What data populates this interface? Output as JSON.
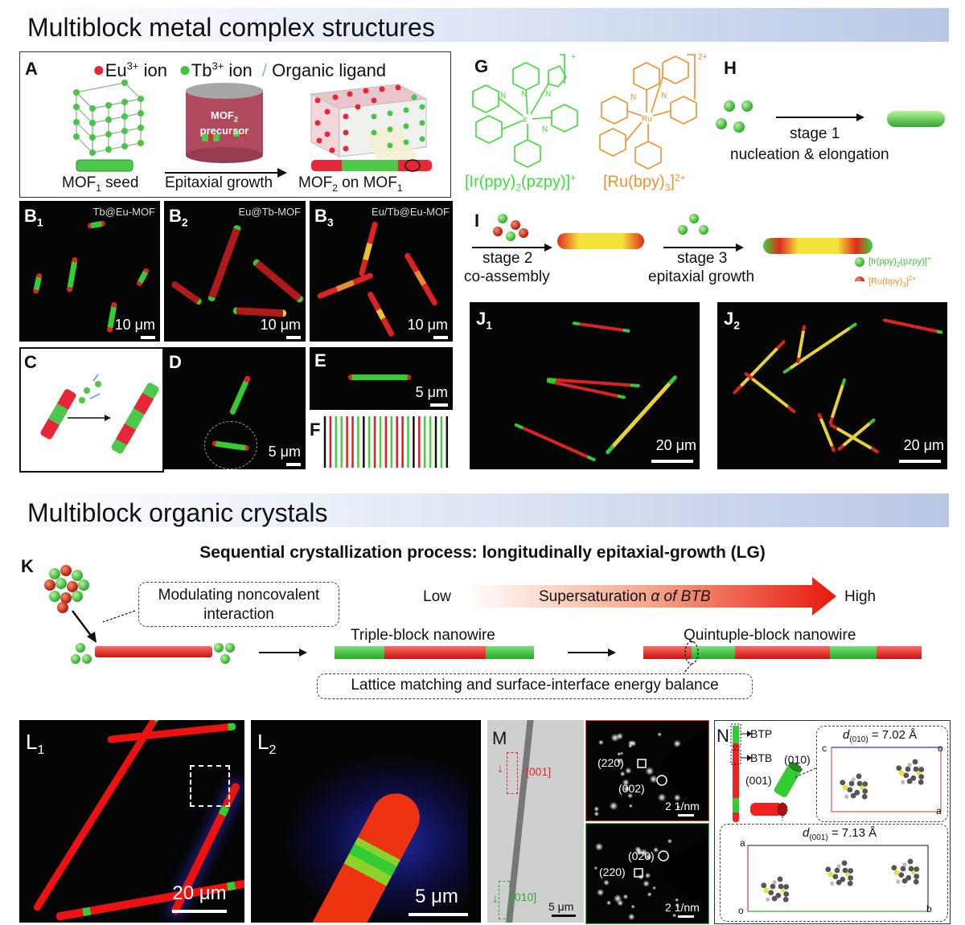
{
  "sections": {
    "metal_title": "Multiblock metal complex structures",
    "organic_title": "Multiblock organic crystals"
  },
  "panel_labels": {
    "A": "A",
    "B": "B",
    "B1": "1",
    "B2": "2",
    "B3": "3",
    "C": "C",
    "D": "D",
    "E": "E",
    "F": "F",
    "G": "G",
    "H": "H",
    "I": "I",
    "J": "J",
    "J1": "1",
    "J2": "2",
    "K": "K",
    "L": "L",
    "L1": "1",
    "L2": "2",
    "M": "M",
    "N": "N"
  },
  "panel_a": {
    "legend_eu": "Eu",
    "legend_eu_sup": "3+",
    "legend_eu_tail": " ion",
    "legend_tb": "Tb",
    "legend_tb_sup": "3+",
    "legend_tb_tail": " ion",
    "legend_ligand": "Organic ligand",
    "precursor_line1": "MOF",
    "precursor_sub": "2",
    "precursor_line2": "precursor",
    "seed_label": "MOF",
    "seed_sub": "1",
    "seed_tail": " seed",
    "growth_label": "Epitaxial growth",
    "result_label": "MOF",
    "result_sub1": "2",
    "result_mid": " on MOF",
    "result_sub2": "1"
  },
  "panel_b": {
    "b1_tag": "Tb@Eu-MOF",
    "b2_tag": "Eu@Tb-MOF",
    "b3_tag": "Eu/Tb@Eu-MOF",
    "scale": "10 μm"
  },
  "panel_d": {
    "scale": "5 μm"
  },
  "panel_e": {
    "scale": "5 μm"
  },
  "panel_g": {
    "ir_formula_a": "[Ir(ppy)",
    "ir_sub1": "2",
    "ir_formula_b": "(pzpy)]",
    "ir_charge": "+",
    "ru_formula_a": "[Ru(bpy)",
    "ru_sub": "3",
    "ru_formula_b": "]",
    "ru_charge": "2+",
    "ir_metal": "Ir",
    "ru_metal": "Ru",
    "n_atom": "N",
    "ir_bracket_charge": "+",
    "ru_bracket_charge": "2+"
  },
  "panel_h": {
    "stage": "stage 1",
    "desc": "nucleation & elongation"
  },
  "panel_i": {
    "stage2": "stage 2",
    "stage2_desc": "co-assembly",
    "stage3": "stage 3",
    "stage3_desc": "epitaxial growth",
    "legend_ir_a": "[Ir(ppy)",
    "legend_ir_sub": "2",
    "legend_ir_b": "(pzpy)]",
    "legend_ir_sup": "+",
    "legend_ru_a": "[Ru(bpy)",
    "legend_ru_sub": "3",
    "legend_ru_b": "]",
    "legend_ru_sup": "2+"
  },
  "panel_j": {
    "scale": "20 μm"
  },
  "panel_k": {
    "heading": "Sequential crystallization process: longitudinally epitaxial-growth (LG)",
    "callout1": "Modulating noncovalent interaction",
    "low": "Low",
    "high": "High",
    "supersat_a": "Supersaturation ",
    "supersat_alpha": "α",
    "supersat_b": " of BTB",
    "triple": "Triple-block nanowire",
    "quintuple": "Quintuple-block nanowire",
    "callout2": "Lattice matching and surface-interface energy balance"
  },
  "panel_l": {
    "l1_scale": "20 μm",
    "l2_scale": "5 μm"
  },
  "panel_m": {
    "dir_001": "[001]",
    "dir_010": "[010]",
    "scale": "5 μm",
    "top_220": "(220)",
    "top_002": "(002)",
    "top_scale": "2 1/nm",
    "bot_020": "(020)",
    "bot_220": "(220)",
    "bot_scale": "2 1/nm"
  },
  "panel_n": {
    "btp": "BTP",
    "btb": "BTB",
    "face_001": "(001)",
    "face_010": "(010)",
    "d010": "d",
    "d010_sub": "(010)",
    "d010_val": " = 7.02 Å",
    "d001": "d",
    "d001_sub": "(001)",
    "d001_val": " = 7.13 Å",
    "axis_a": "a",
    "axis_b": "b",
    "axis_c": "c",
    "axis_o": "o"
  },
  "colors": {
    "green": "#3fd13f",
    "red": "#e21b23",
    "orange": "#f08a1c",
    "yellow": "#f3e23a",
    "ir_green": "#39e036",
    "ru_orange": "#f39028"
  }
}
